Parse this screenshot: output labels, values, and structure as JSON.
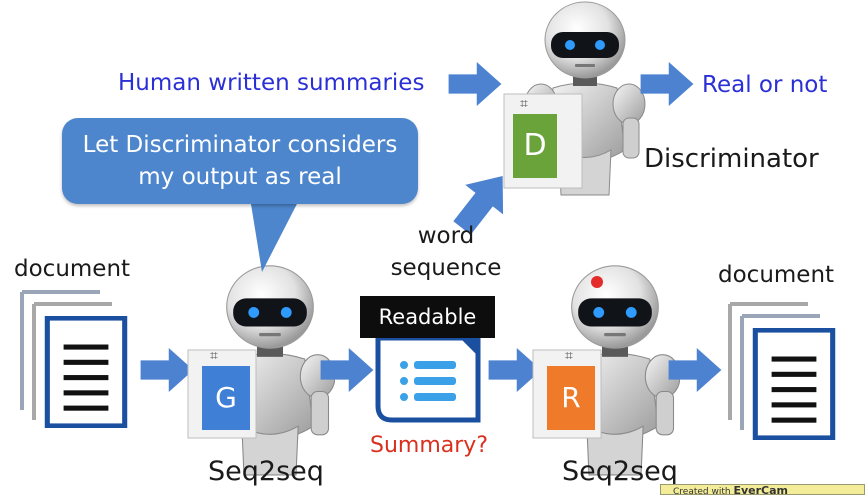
{
  "labels": {
    "human_summaries": "Human written summaries",
    "real_or_not": "Real or not",
    "discriminator": "Discriminator",
    "speech_bubble": "Let Discriminator considers my output as real",
    "word_sequence": "word sequence",
    "document_left": "document",
    "document_right": "document",
    "readable": "Readable",
    "summary": "Summary?",
    "seq2seq_left": "Seq2seq",
    "seq2seq_right": "Seq2seq"
  },
  "badges": {
    "generator": {
      "letter": "G",
      "color": "#3f7fd6"
    },
    "discriminator": {
      "letter": "D",
      "color": "#6aa33a"
    },
    "reconstructor": {
      "letter": "R",
      "color": "#ee7a2a"
    }
  },
  "watermark": {
    "prefix": "Created with ",
    "brand": "EverCam"
  },
  "colors": {
    "arrow": "#4c82cf",
    "bubble": "#4d86cc",
    "doc_border": "#1b4fa0"
  }
}
